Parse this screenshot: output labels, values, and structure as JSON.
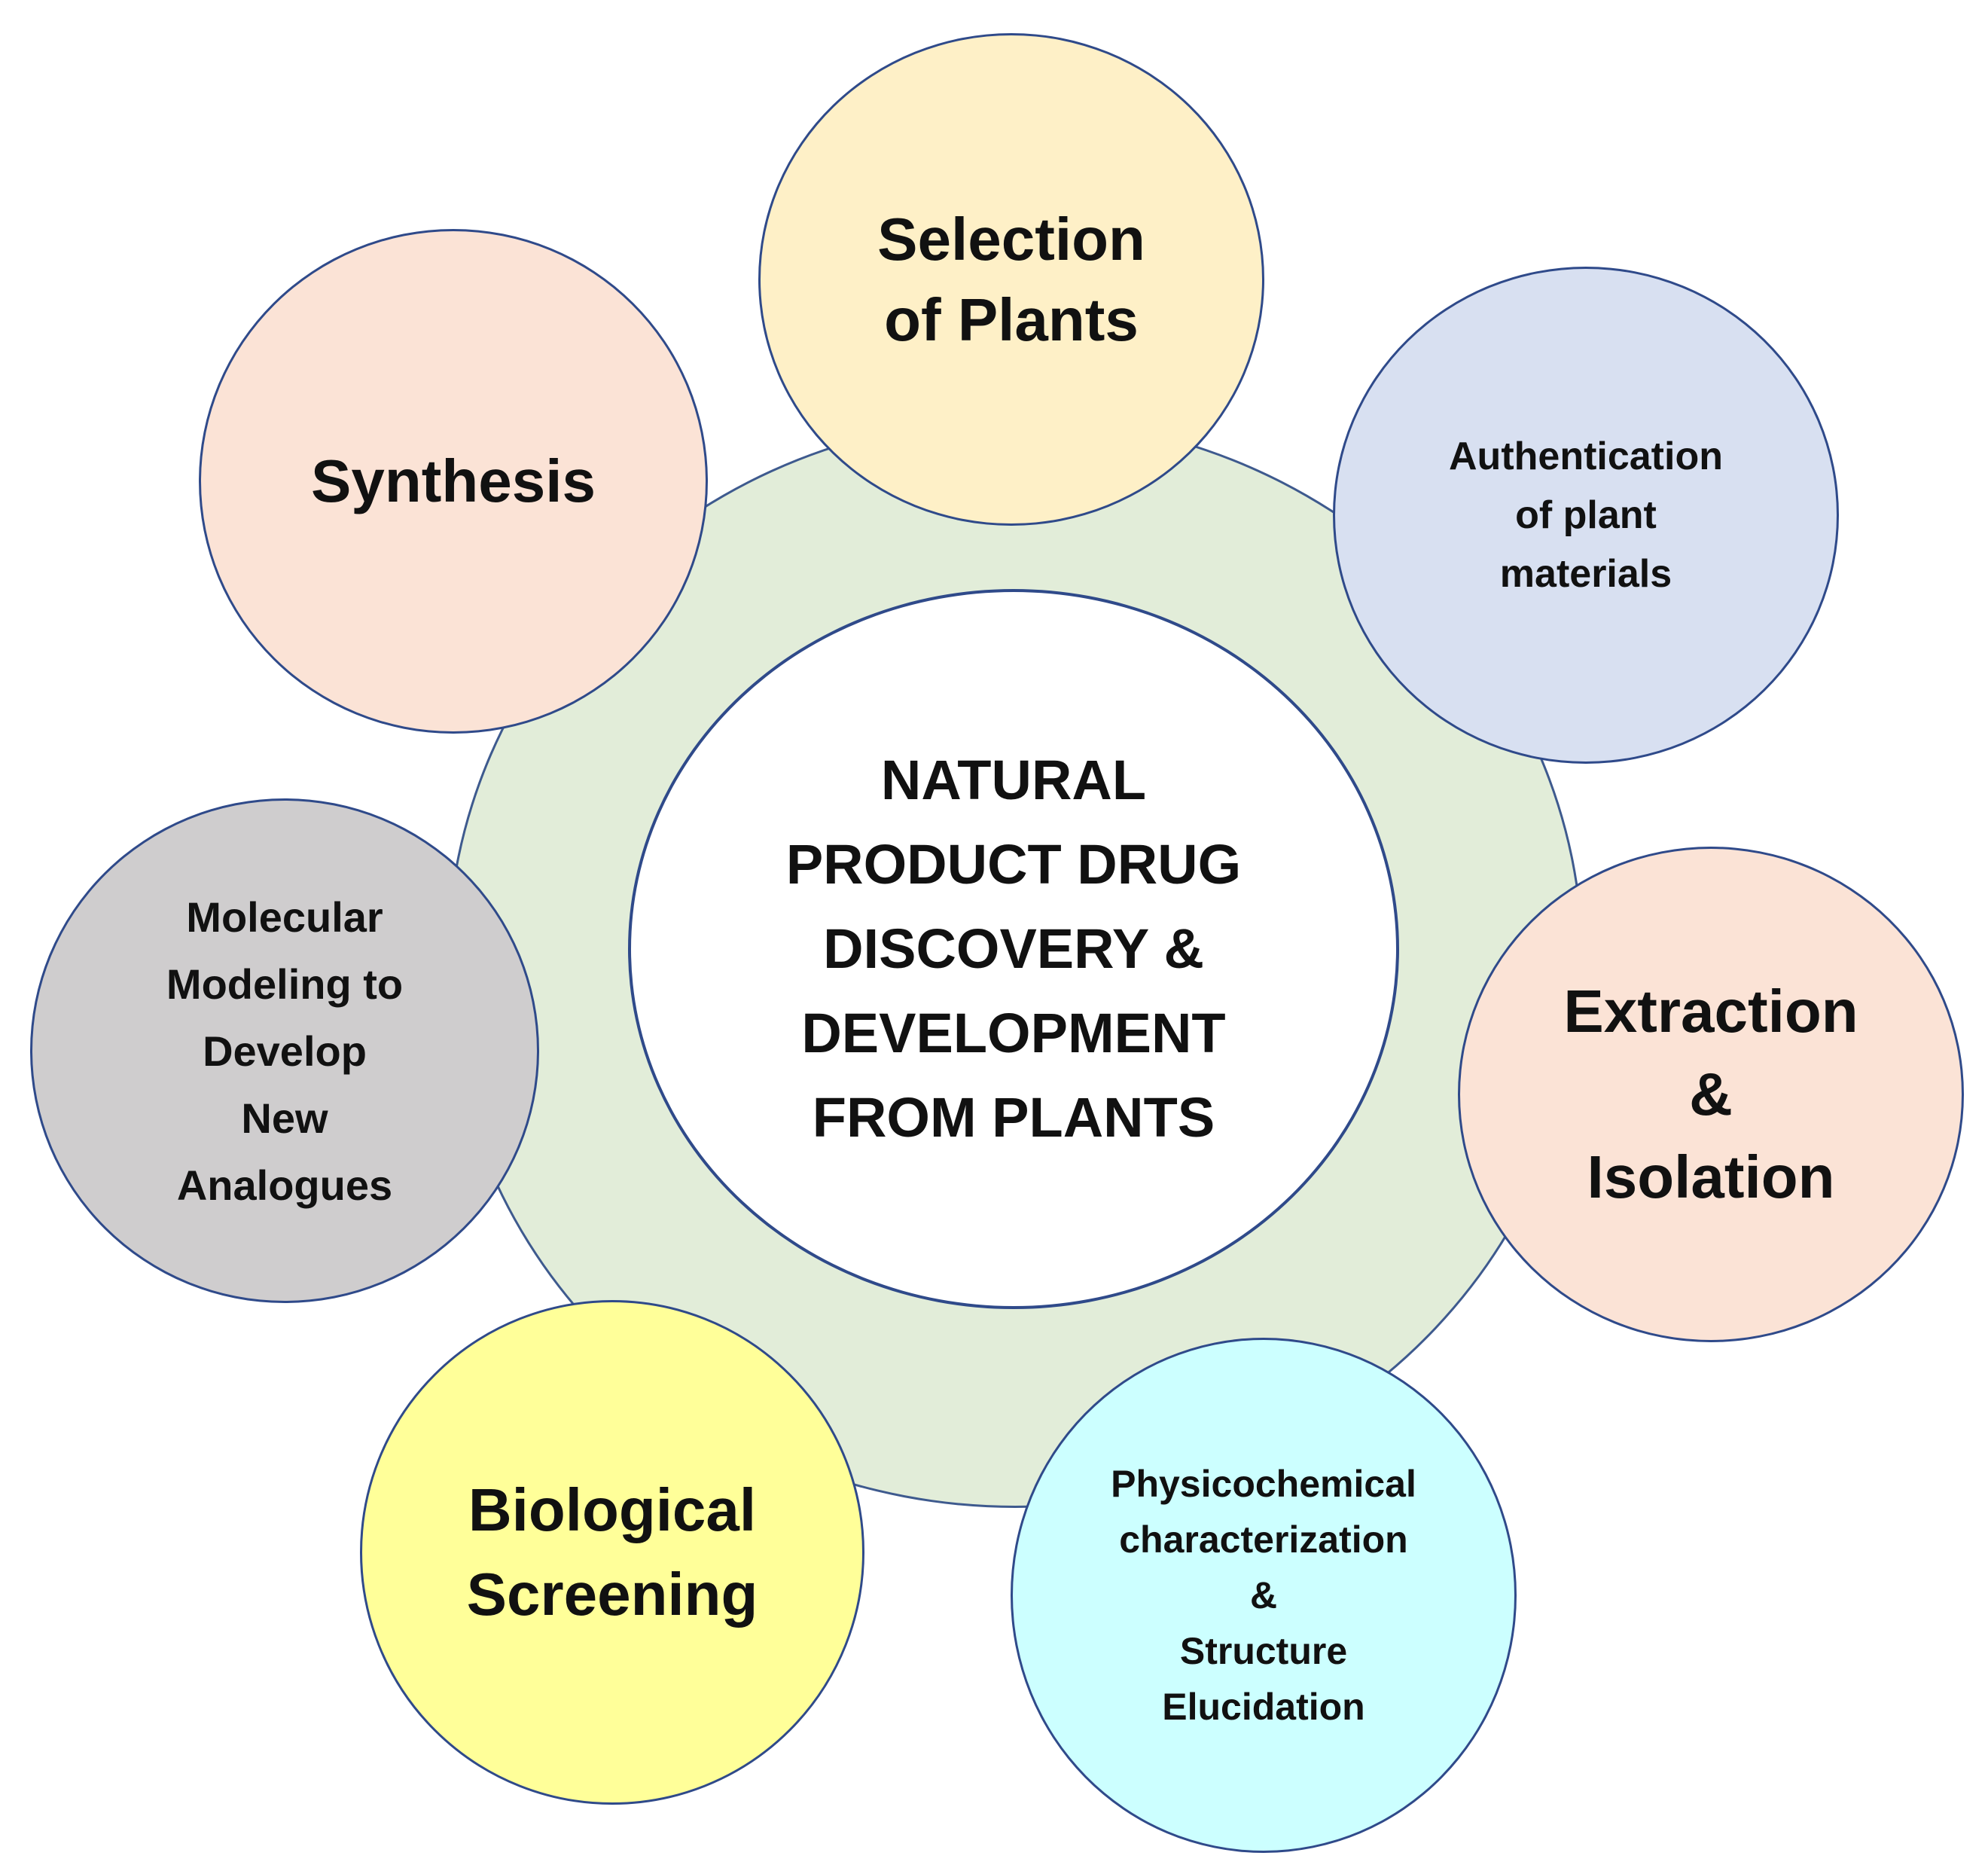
{
  "diagram": {
    "center": {
      "label": "NATURAL\nPRODUCT DRUG\nDISCOVERY &\nDEVELOPMENT\nFROM PLANTS"
    },
    "nodes": [
      {
        "id": "selection",
        "label": "Selection\nof Plants",
        "color": "#FEF0C7"
      },
      {
        "id": "authentication",
        "label": "Authentication\nof plant\nmaterials",
        "color": "#D8E0F1"
      },
      {
        "id": "extraction",
        "label": "Extraction\n&\nIsolation",
        "color": "#FBE3D6"
      },
      {
        "id": "physicochemical",
        "label": "Physicochemical\ncharacterization\n&\nStructure\nElucidation",
        "color": "#CCFFFF"
      },
      {
        "id": "biological",
        "label": "Biological\nScreening",
        "color": "#FFFF99"
      },
      {
        "id": "molecular",
        "label": "Molecular\nModeling to\nDevelop\nNew\nAnalogues",
        "color": "#CFCDCE"
      },
      {
        "id": "synthesis",
        "label": "Synthesis",
        "color": "#FBE3D6"
      }
    ],
    "colors": {
      "ring": "#E2EDD9",
      "border": "#2F4A8A",
      "center": "#FFFFFF"
    }
  }
}
